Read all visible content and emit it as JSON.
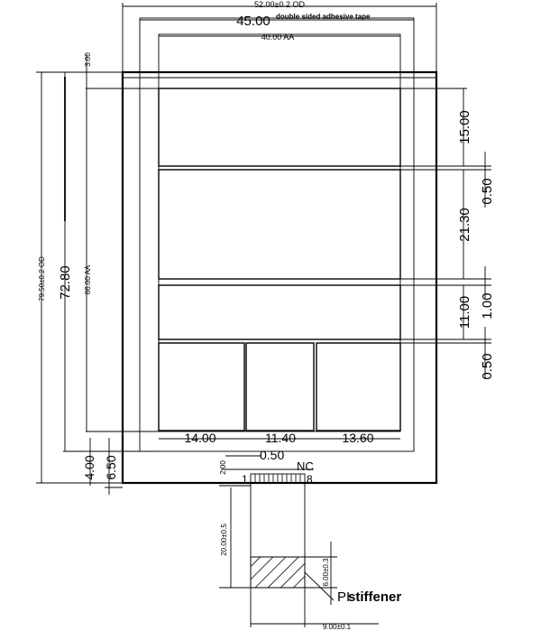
{
  "dimensions": {
    "od_width": "52.00±0.2 OD",
    "tape_width": "45.00",
    "tape_label": "double sided adhesive tape",
    "aa_width": "40.00 AA",
    "top_offset": "3.00",
    "od_height": "79.50±0.2 OD",
    "overall_height": "72.80",
    "aa_height": "66.00 AA",
    "dim_15": "15.00",
    "dim_050_a": "0.50",
    "dim_2130": "21.30",
    "dim_1100": "11.00",
    "dim_100": "1.00",
    "dim_050_b": "0.50",
    "dim_1400": "14.00",
    "dim_1140": "11.40",
    "dim_1360": "13.60",
    "dim_050_c": "0.50",
    "dim_200": "2.00",
    "dim_400": "4.00",
    "dim_650": "6.50",
    "fpc_length": "20.00±0.5",
    "stiffener_len": "6.00±0.3",
    "fpc_width": "9.00±0.1"
  },
  "labels": {
    "nc": "NC",
    "pin_start": "1",
    "pin_end": "8",
    "pi": "PI",
    "stiffener": "stiffener"
  }
}
